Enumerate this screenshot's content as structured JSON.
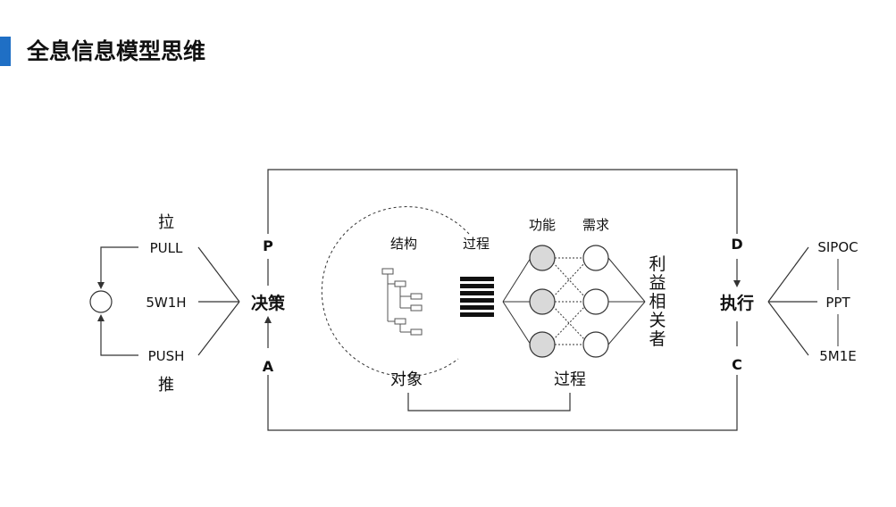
{
  "page": {
    "title": "全息信息模型思维",
    "accent_color": "#1f6fc5"
  },
  "left": {
    "pull_cn": "拉",
    "pull_en": "PULL",
    "mid": "5W1H",
    "push_en": "PUSH",
    "push_cn": "推"
  },
  "decision": {
    "label": "决策",
    "top_letter": "P",
    "bottom_letter": "A"
  },
  "execution": {
    "label": "执行",
    "top_letter": "D",
    "bottom_letter": "C"
  },
  "right": {
    "top": "SIPOC",
    "mid": "PPT",
    "bottom": "5M1E"
  },
  "center": {
    "structure": "结构",
    "process_top": "过程",
    "object": "对象",
    "process_bottom": "过程",
    "function": "功能",
    "demand": "需求",
    "stakeholders": [
      "利",
      "益",
      "相",
      "关",
      "者"
    ],
    "node_fill_color": "#d9d9d9"
  }
}
